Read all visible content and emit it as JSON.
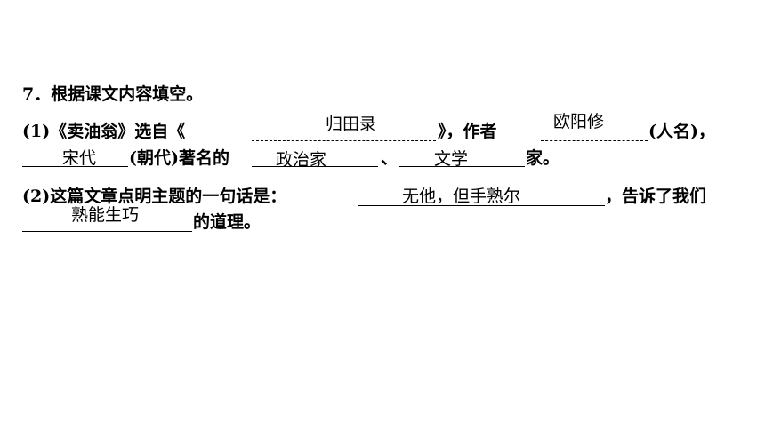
{
  "question": {
    "number": "7",
    "title": "7．根据课文内容填空。",
    "p1_prefix": "(1)《卖油翁》选自《",
    "p1_mid": "》，作者",
    "p1_suffix": "(人名)，",
    "p1_line2_a": "(朝代)著名的",
    "p1_line2_sep": "、",
    "p1_line2_end": "家。",
    "p2_prefix": "(2)这篇文章点明主题的一句话是：",
    "p2_mid": "，告诉了我们",
    "p2_end": "的道理。"
  },
  "answers": {
    "book": "归田录",
    "author": "欧阳修",
    "dynasty": "宋代",
    "role1": "政治家",
    "role2": "文学",
    "theme": "无他，但手熟尔",
    "lesson": "熟能生巧"
  }
}
